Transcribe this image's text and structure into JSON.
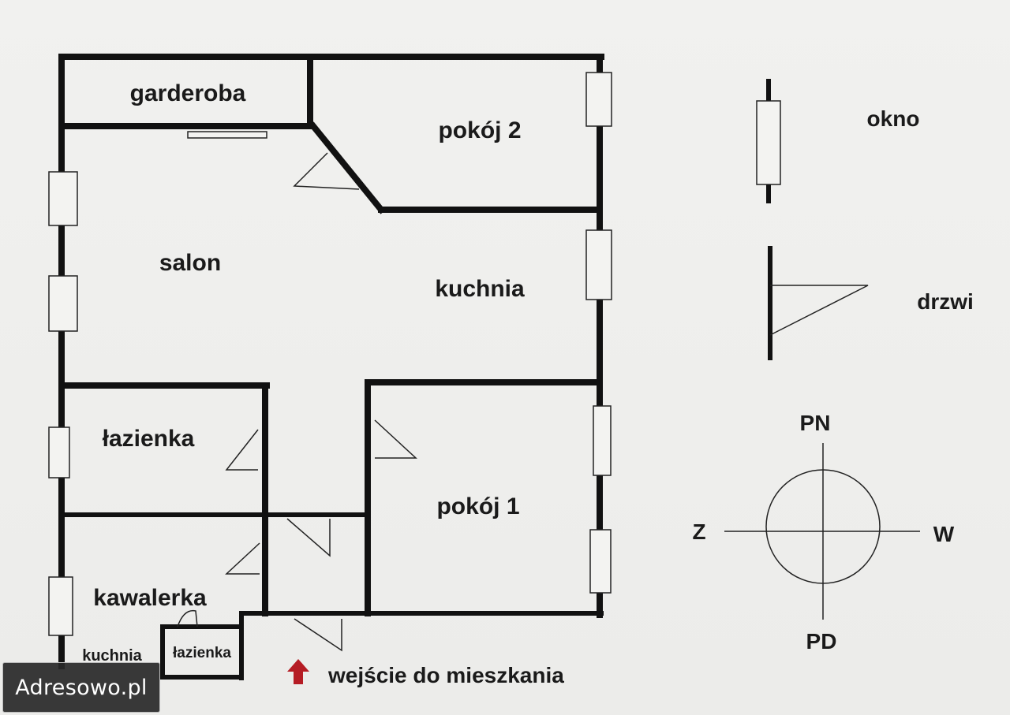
{
  "rooms": {
    "garderoba": "garderoba",
    "pokoj2": "pokój 2",
    "salon": "salon",
    "kuchnia": "kuchnia",
    "lazienka": "łazienka",
    "pokoj1": "pokój 1",
    "kawalerka": "kawalerka",
    "kawalerka_kuchnia": "kuchnia",
    "kawalerka_lazienka": "łazienka"
  },
  "entrance": {
    "label": "wejście do mieszkania"
  },
  "legend": {
    "window": "okno",
    "door": "drzwi"
  },
  "compass": {
    "north": "PN",
    "south": "PD",
    "west": "Z",
    "east": "W"
  },
  "watermark": "Adresowo.pl",
  "colors": {
    "walls": "#111111",
    "arrow": "#b51c24",
    "paper": "#efefed"
  }
}
